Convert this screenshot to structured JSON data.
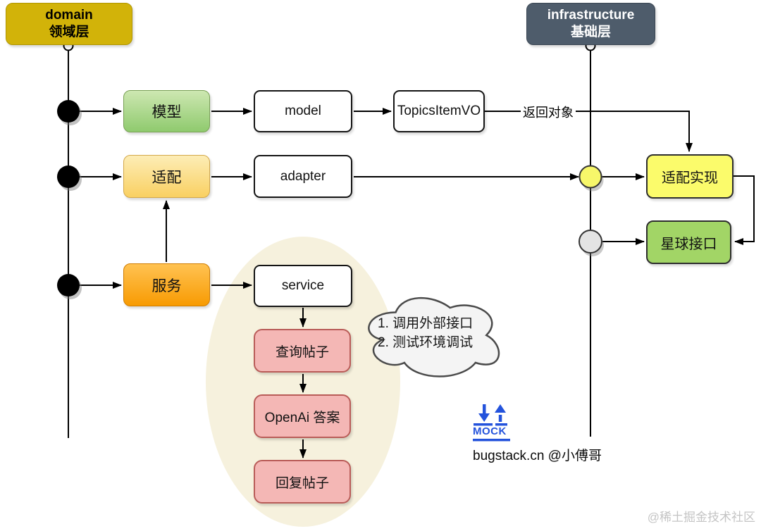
{
  "headers": {
    "domain": {
      "line1": "domain",
      "line2": "领域层"
    },
    "infrastructure": {
      "line1": "infrastructure",
      "line2": "基础层"
    }
  },
  "nodes": {
    "model_cn": "模型",
    "model_en": "model",
    "topics_vo": "TopicsItemVO",
    "adapter_cn": "适配",
    "adapter_en": "adapter",
    "service_cn": "服务",
    "service_en": "service",
    "query_post": "查询帖子",
    "openai_answer": "OpenAi 答案",
    "reply_post": "回复帖子",
    "adapter_impl": "适配实现",
    "planet_api": "星球接口"
  },
  "edge_labels": {
    "return_object": "返回对象"
  },
  "cloud_note": {
    "line1": "1. 调用外部接口",
    "line2": "2. 测试环境调试"
  },
  "mock_badge": {
    "label": "MOCK"
  },
  "credit": "bugstack.cn @小傅哥",
  "watermark": "@稀土掘金技术社区",
  "colors": {
    "domain_header_bg": "#d2b309",
    "infrastructure_header_bg": "#4e5c6b",
    "green_node": "#8fca6e",
    "yellow_node": "#f9d062",
    "orange_node": "#f89b02",
    "pink_node": "#f4b7b5",
    "bright_yellow_node": "#fbfb6b",
    "light_green_node": "#a2d566",
    "highlight_ellipse_bg": "#f6f1dd",
    "cloud_bg": "#f4f4f4",
    "mock_blue": "#2453dc"
  }
}
